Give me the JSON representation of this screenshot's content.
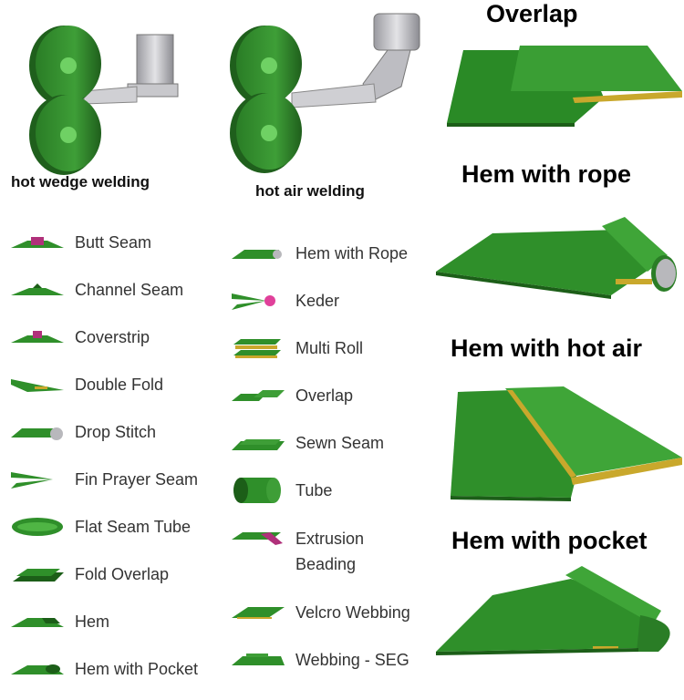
{
  "machines": {
    "hot_wedge_caption": "hot wedge welding",
    "hot_air_caption": "hot air welding"
  },
  "left_list": [
    {
      "label": "Butt Seam",
      "icon": "butt-seam-icon"
    },
    {
      "label": "Channel Seam",
      "icon": "channel-seam-icon"
    },
    {
      "label": "Coverstrip",
      "icon": "coverstrip-icon"
    },
    {
      "label": "Double Fold",
      "icon": "double-fold-icon"
    },
    {
      "label": "Drop Stitch",
      "icon": "drop-stitch-icon"
    },
    {
      "label": "Fin Prayer Seam",
      "icon": "fin-prayer-seam-icon"
    },
    {
      "label": "Flat Seam Tube",
      "icon": "flat-seam-tube-icon"
    },
    {
      "label": "Fold Overlap",
      "icon": "fold-overlap-icon"
    },
    {
      "label": "Hem",
      "icon": "hem-icon"
    },
    {
      "label": "Hem with Pocket",
      "icon": "hem-with-pocket-icon"
    }
  ],
  "mid_list": [
    {
      "label": "Hem with Rope",
      "icon": "hem-with-rope-icon"
    },
    {
      "label": "Keder",
      "icon": "keder-icon"
    },
    {
      "label": "Multi Roll",
      "icon": "multi-roll-icon"
    },
    {
      "label": "Overlap",
      "icon": "overlap-icon"
    },
    {
      "label": "Sewn Seam",
      "icon": "sewn-seam-icon"
    },
    {
      "label": "Tube",
      "icon": "tube-icon"
    },
    {
      "label": "Extrusion",
      "label2": "Beading",
      "icon": "extrusion-beading-icon"
    },
    {
      "label": "Velcro Webbing",
      "icon": "velcro-webbing-icon"
    },
    {
      "label": "Webbing - SEG",
      "icon": "webbing-seg-icon"
    }
  ],
  "right_panel": {
    "overlap_title": "Overlap",
    "hem_rope_title": "Hem with rope",
    "hem_hot_air_title": "Hem with hot air",
    "hem_pocket_title": "Hem with pocket"
  },
  "colors": {
    "green": "#2f8f2a",
    "green_dark": "#1c5e18",
    "green_light": "#4fb544",
    "yellow": "#c9a82c",
    "magenta": "#b0307a",
    "grey": "#b8b8bc"
  }
}
